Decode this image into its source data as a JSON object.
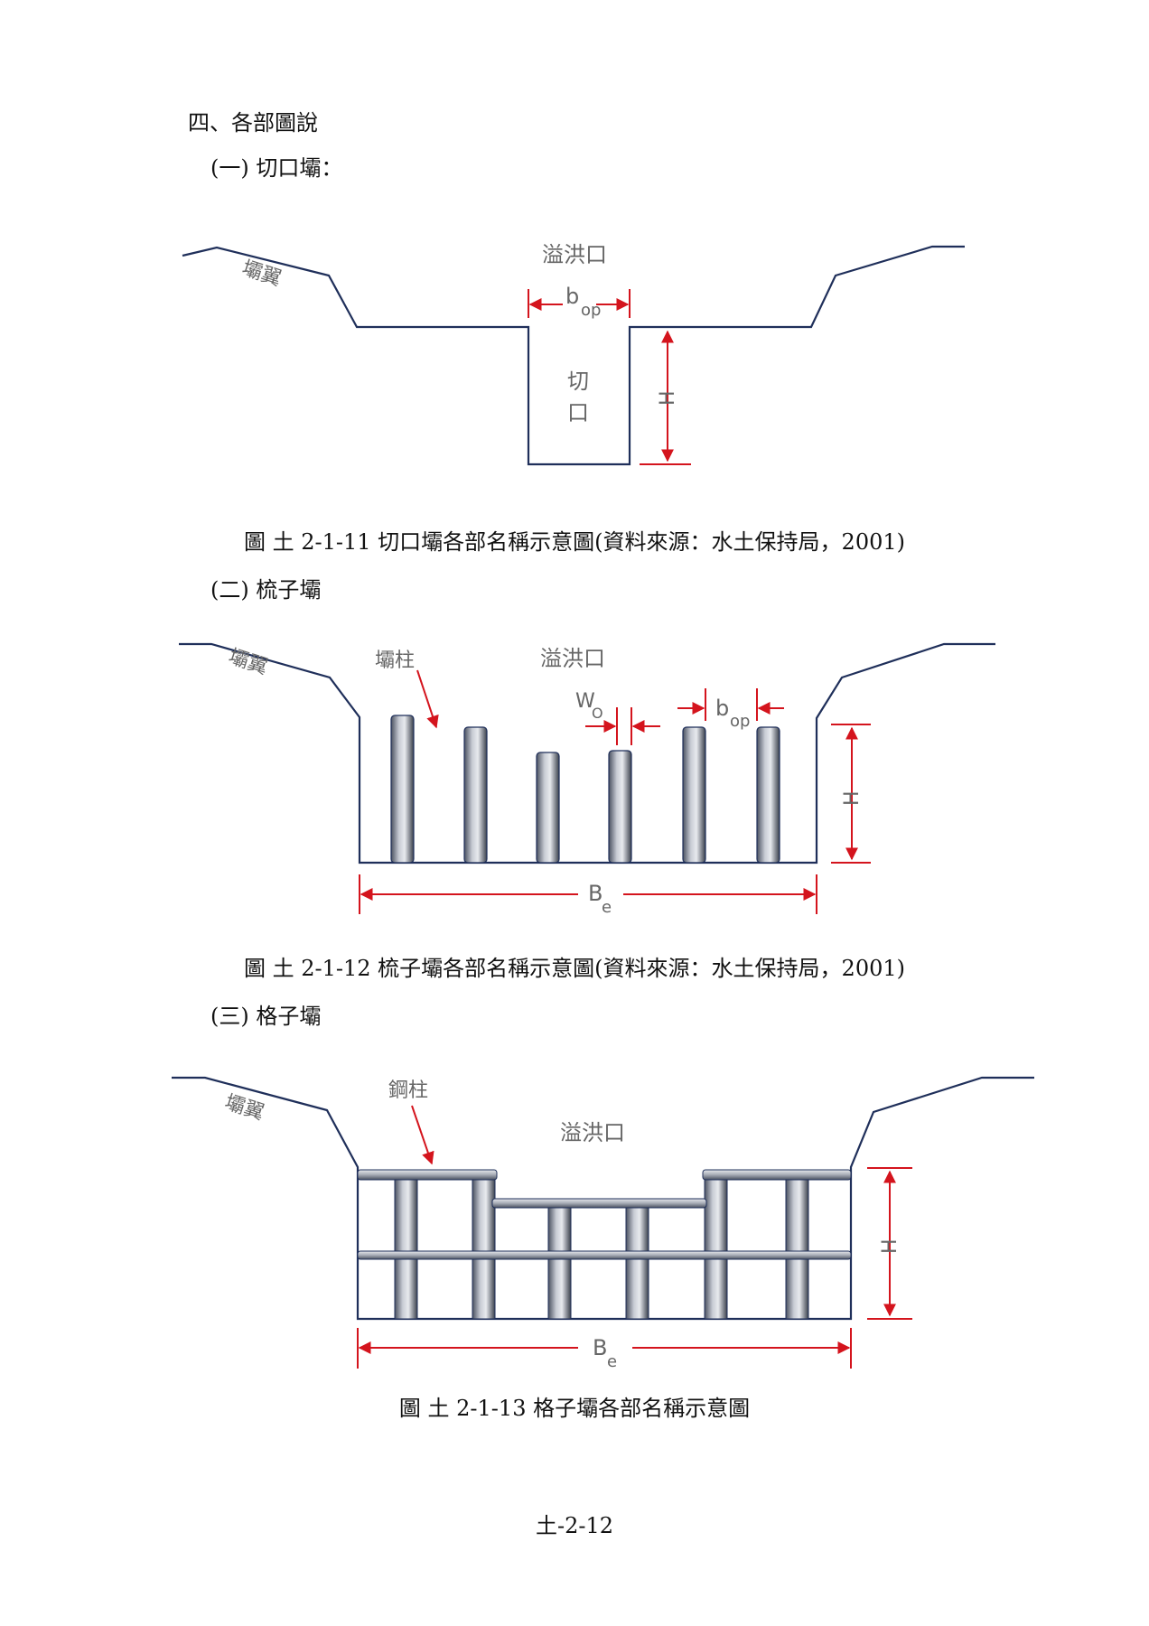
{
  "section_heading": "四、各部圖說",
  "section1": {
    "heading": "(一) 切口壩：",
    "labels": {
      "wing": "壩翼",
      "spillway": "溢洪口",
      "b": "b",
      "op": "op",
      "notch_1": "切",
      "notch_2": "口",
      "h": "H"
    },
    "caption": "圖  土 2-1-11 切口壩各部名稱示意圖(資料來源：水土保持局，2001)"
  },
  "section2": {
    "heading": "(二) 梳子壩",
    "labels": {
      "wing": "壩翼",
      "pillar": "壩柱",
      "spillway": "溢洪口",
      "w": "W",
      "w_sub": "O",
      "b": "b",
      "op": "op",
      "h": "H",
      "be": "B",
      "e": "e"
    },
    "caption": "圖  土 2-1-12 梳子壩各部名稱示意圖(資料來源：水土保持局，2001)"
  },
  "section3": {
    "heading": "(三) 格子壩",
    "labels": {
      "wing": "壩翼",
      "steel_pillar": "鋼柱",
      "spillway": "溢洪口",
      "h": "H",
      "be": "B",
      "e": "e"
    },
    "caption": "圖  土 2-1-13 格子壩各部名稱示意圖"
  },
  "page_number": "土-2-12",
  "colors": {
    "outline": "#1f2f5a",
    "dimension": "#d4141d",
    "label": "#666666"
  }
}
